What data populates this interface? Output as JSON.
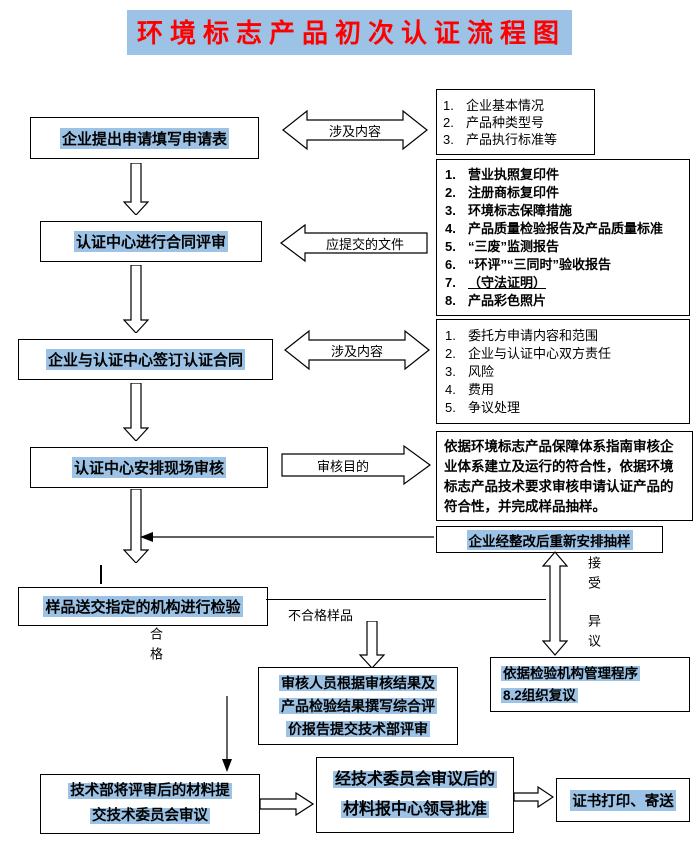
{
  "title": "环境标志产品初次认证流程图",
  "colors": {
    "highlight": "#9CC2E5",
    "title_red": "#FF0000"
  },
  "boxes": {
    "apply": "企业提出申请填写申请表",
    "contract_review": "认证中心进行合同评审",
    "sign_contract": "企业与认证中心签订认证合同",
    "onsite_audit": "认证中心安排现场审核",
    "sample_inspection": "样品送交指定的机构进行检验",
    "resample": "企业经整改后重新安排抽样",
    "reinspection_lines": [
      "依据检验机构管理程序",
      "8.2组织复议"
    ],
    "report_lines": [
      "审核人员根据审核结果及",
      "产品检验结果撰写综合评",
      "价报告提交技术部评审"
    ],
    "tech_dept_lines": [
      "技术部将评审后的材料提",
      "交技术委员会审议"
    ],
    "committee_lines": [
      "经技术委员会审议后的",
      "材料报中心领导批准"
    ],
    "certificate": "证书打印、寄送"
  },
  "arrow_labels": {
    "involved_1": "涉及内容",
    "documents": "应提交的文件",
    "involved_2": "涉及内容",
    "audit_purpose": "审核目的"
  },
  "flow_labels": {
    "qualified": "合格",
    "unqualified": "不合格样品",
    "accept": "接受",
    "objection": "异议"
  },
  "panels": {
    "basic_info": {
      "items": [
        {
          "n": "1.",
          "t": "企业基本情况"
        },
        {
          "n": "2.",
          "t": "产品种类型号"
        },
        {
          "n": "3.",
          "t": "产品执行标准等"
        }
      ]
    },
    "documents": {
      "items": [
        {
          "n": "1.",
          "t": "营业执照复印件"
        },
        {
          "n": "2.",
          "t": "注册商标复印件"
        },
        {
          "n": "3.",
          "t": "环境标志保障措施"
        },
        {
          "n": "4.",
          "t": "产品质量检验报告及产品质量标准"
        },
        {
          "n": "5.",
          "t": "“三废”监测报告"
        },
        {
          "n": "6.",
          "t": "“环评”“三同时”验收报告"
        },
        {
          "n": "7.",
          "t": "（守法证明）"
        },
        {
          "n": "8.",
          "t": "产品彩色照片"
        }
      ]
    },
    "contract_items": {
      "items": [
        {
          "n": "1.",
          "t": "委托方申请内容和范围"
        },
        {
          "n": "2.",
          "t": "企业与认证中心双方责任"
        },
        {
          "n": "3.",
          "t": "风险"
        },
        {
          "n": "4.",
          "t": "费用"
        },
        {
          "n": "5.",
          "t": "争议处理"
        }
      ]
    },
    "audit_purpose_text": "依据环境标志产品保障体系指南审核企业体系建立及运行的符合性，依据环境标志产品技术要求审核申请认证产品的符合性，并完成样品抽样。"
  }
}
